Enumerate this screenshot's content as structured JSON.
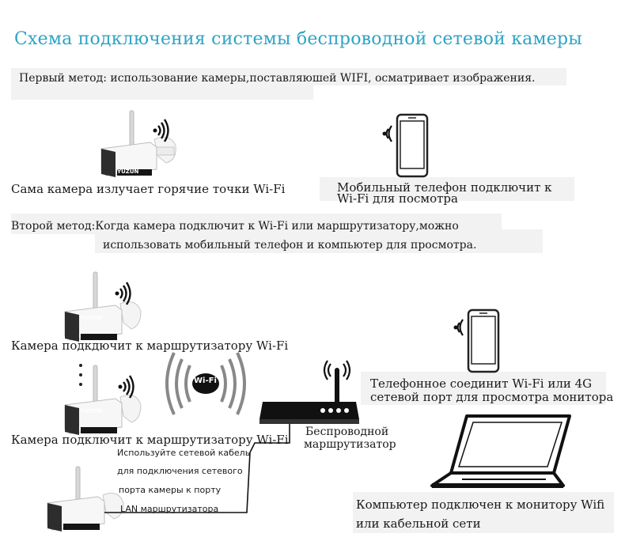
{
  "title": "Схема подключения системы беспроводной сетевой камеры",
  "method1": {
    "heading": "Первый метод: использование камеры,поставляюшей  WIFI, осматривает изображения.",
    "camera_caption": "Сама камера излучает горячие точки Wi-Fi",
    "phone_caption_line1": "Мобильный телефон подключит к",
    "phone_caption_line2": "Wi-Fi для посмотра"
  },
  "method2": {
    "heading_line1": "Второй метод:Когда камера подключит к Wi-Fi  или маршрутизатору,можно",
    "heading_line2": "использовать мобильный телефон и компьютер для просмотра.",
    "camera1_caption": "Камера подкдючит к маршрутизатору Wi-Fi",
    "camera2_caption": "Камера подключит к маршрутизатору Wi-Fi",
    "wifi_badge": "Wi-Fi",
    "router_label_line1": "Беспроводной",
    "router_label_line2": "маршрутизатор",
    "cable_note": [
      "Используйте сетевой кабель",
      "для подключения сетевого",
      "порта камеры к порту",
      "LAN маршрутизатора"
    ],
    "phone_caption_line1": "Телефонное соединит Wi-Fi или 4G",
    "phone_caption_line2": "сетевой порт для просмотра монитора",
    "laptop_caption_line1": "Компьютер подключен к монитору Wifi",
    "laptop_caption_line2": "или кабельной сети"
  },
  "camera_brand": "YUZUN",
  "icons": [
    "camera-icon",
    "wifi-signal-icon",
    "smartphone-icon",
    "router-icon",
    "laptop-icon",
    "wifi-waves-icon"
  ],
  "colors": {
    "title": "#2ea3c4",
    "text": "#1a1a1a",
    "band": "#f2f2f2"
  }
}
